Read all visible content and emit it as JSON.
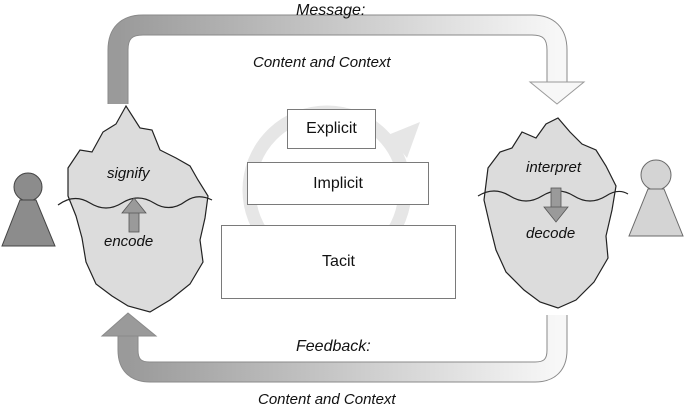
{
  "top_flow": {
    "title": "Message:",
    "subtitle": "Content and Context"
  },
  "bottom_flow": {
    "title": "Feedback:",
    "subtitle": "Content and Context"
  },
  "sender": {
    "upper_label": "signify",
    "lower_label": "encode"
  },
  "receiver": {
    "upper_label": "interpret",
    "lower_label": "decode"
  },
  "knowledge_layers": [
    "Explicit",
    "Implicit",
    "Tacit"
  ],
  "colors": {
    "iceberg_fill": "#dcdcdc",
    "sender_person": "#8c8c8c",
    "receiver_person": "#d4d4d4",
    "arrow_dark": "#9a9a9a",
    "arrow_light": "#f4f4f4",
    "cycle_ring": "#e6e6e6"
  }
}
